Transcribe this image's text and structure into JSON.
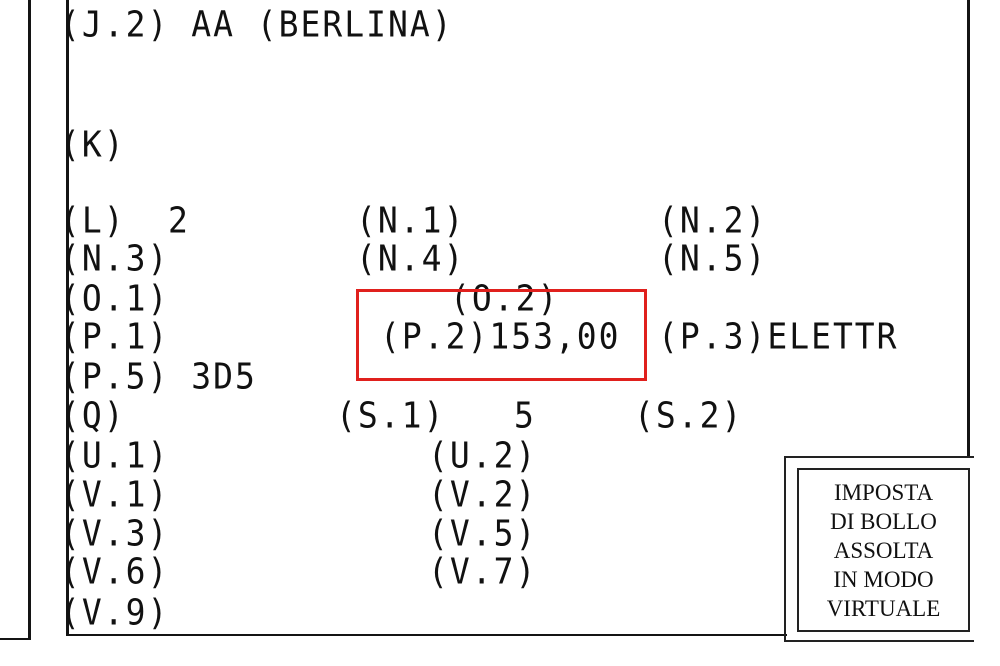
{
  "document": {
    "lines": {
      "j2": "(J.2) AA (BERLINA)",
      "k": "(K)",
      "l_label": "(L)",
      "l_value": "2",
      "n1": "(N.1)",
      "n2": "(N.2)",
      "n3": "(N.3)",
      "n4": "(N.4)",
      "n5": "(N.5)",
      "o1": "(O.1)",
      "o2": "(O.2)",
      "p1": "(P.1)",
      "p2": "(P.2)153,00",
      "p3": "(P.3)ELETTR",
      "p5": "(P.5) 3D5",
      "q": "(Q)",
      "s1": "(S.1)",
      "s1_value": "5",
      "s2": "(S.2)",
      "u1": "(U.1)",
      "u2": "(U.2)",
      "v1": "(V.1)",
      "v2": "(V.2)",
      "v3": "(V.3)",
      "v5": "(V.5)",
      "v6": "(V.6)",
      "v7": "(V.7)",
      "v9": "(V.9)"
    },
    "highlight_color": "#e0201d"
  },
  "stamp": {
    "lines": [
      "IMPOSTA",
      "DI BOLLO",
      "ASSOLTA",
      "IN MODO",
      "VIRTUALE"
    ]
  }
}
